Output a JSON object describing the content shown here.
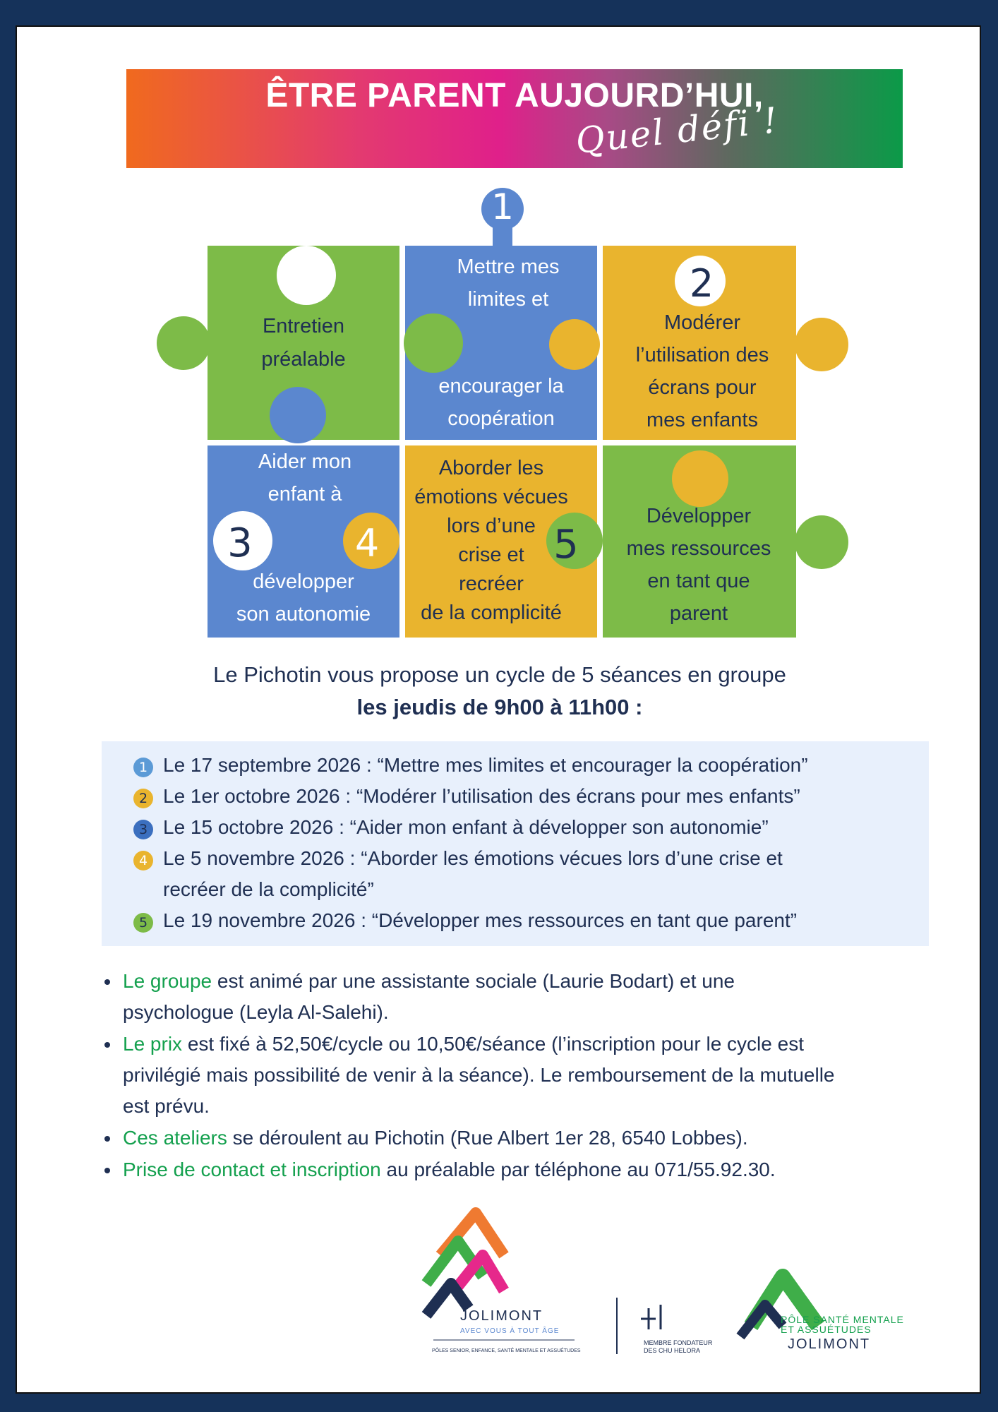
{
  "banner": {
    "title": "ÊTRE PARENT AUJOURD’HUI,",
    "subtitle": "Quel défi !"
  },
  "colors": {
    "green": "#7dbb48",
    "blue": "#5b87cf",
    "yellow": "#e9b42e",
    "navy": "#1f2f52",
    "accent_green": "#14a04e"
  },
  "puzzle": {
    "intro_piece": [
      "Entretien",
      "préalable"
    ],
    "piece1": {
      "number": "1",
      "lines": [
        "Mettre mes",
        "limites et",
        "encourager la",
        "coopération"
      ]
    },
    "piece2": {
      "number": "2",
      "lines": [
        "Modérer",
        "l’utilisation des",
        "écrans pour",
        "mes enfants"
      ]
    },
    "piece3": {
      "number": "3",
      "lines": [
        "Aider mon",
        "enfant à",
        "développer",
        "son autonomie"
      ]
    },
    "piece4": {
      "number": "4",
      "lines": [
        "Aborder les",
        "émotions vécues",
        "lors d’une",
        "crise et",
        "recréer",
        "de la complicité"
      ]
    },
    "piece5": {
      "number": "5",
      "lines": [
        "Développer",
        "mes ressources",
        "en tant que",
        "parent"
      ]
    }
  },
  "intro": {
    "line1": "Le Pichotin vous propose un cycle de 5 séances en groupe",
    "line2": "les jeudis de 9h00 à 11h00 :"
  },
  "sessions": [
    {
      "number": "1",
      "color": "#5b9ad6",
      "text": "Le 17 septembre 2026 : “Mettre mes limites et encourager la coopération”"
    },
    {
      "number": "2",
      "color": "#e9b42e",
      "text": "Le 1er octobre 2026 : “Modérer l’utilisation des écrans pour mes enfants”"
    },
    {
      "number": "3",
      "color": "#3b6fbf",
      "text": "Le 15 octobre 2026 : “Aider mon enfant à développer son autonomie”"
    },
    {
      "number": "4",
      "color": "#e9b42e",
      "text": "Le 5 novembre 2026 : “Aborder les émotions vécues lors d’une crise et",
      "text2": "recréer de la complicité”"
    },
    {
      "number": "5",
      "color": "#7dbb48",
      "text": "Le 19 novembre 2026 : “Développer mes ressources en tant que parent”"
    }
  ],
  "bullets": [
    {
      "highlight": "Le groupe",
      "rest": " est animé par une assistante sociale (Laurie Bodart) et une",
      "rest2": "psychologue (Leyla Al-Salehi)."
    },
    {
      "highlight": "Le prix",
      "rest": " est fixé à 52,50€/cycle ou 10,50€/séance (l’inscription pour le cycle est",
      "rest2": "privilégié mais possibilité de venir à la séance). Le remboursement de la mutuelle",
      "rest3": "est prévu."
    },
    {
      "highlight": "Ces ateliers",
      "rest": " se déroulent au Pichotin (Rue Albert 1er 28, 6540 Lobbes)."
    },
    {
      "highlight": "Prise de contact et inscription",
      "rest": " au préalable par téléphone au 071/55.92.30."
    }
  ],
  "logos": {
    "jolimont_name": "JOLIMONT",
    "jolimont_tagline": "AVEC VOUS À TOUT ÂGE",
    "jolimont_poles": "PÔLES SENIOR, ENFANCE, SANTÉ MENTALE ET ASSUÉTUDES",
    "helora_line1": "MEMBRE FONDATEUR",
    "helora_line2": "DES CHU HELORA",
    "pole_line1": "PÔLE SANTÉ MENTALE",
    "pole_line2": "ET ASSUÉTUDES",
    "pole_name": "JOLIMONT"
  }
}
